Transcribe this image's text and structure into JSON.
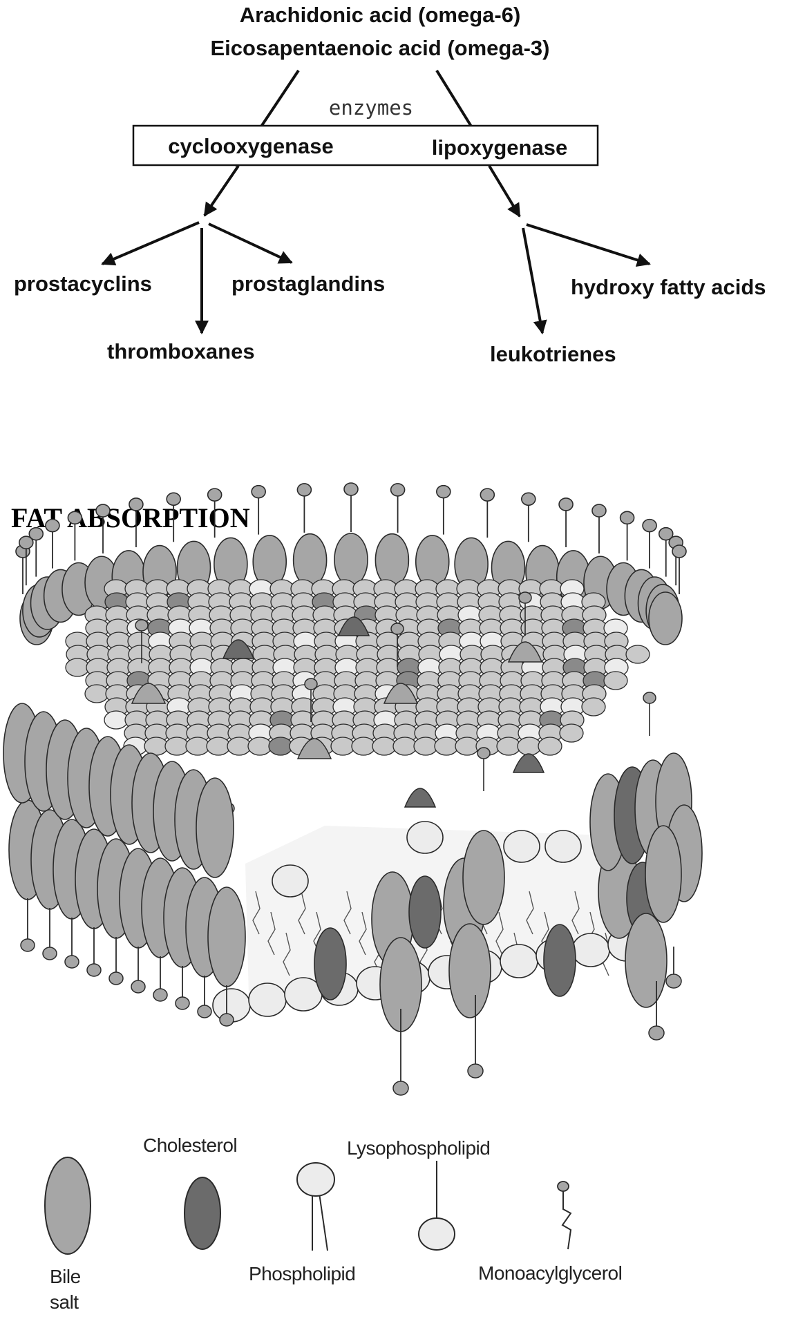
{
  "pathway": {
    "source_line_1": "Arachidonic acid (omega-6)",
    "source_line_2": "Eicosapentaenoic acid (omega-3)",
    "enzymes_label": "enzymes",
    "enzyme_left": "cyclooxygenase",
    "enzyme_right": "lipoxygenase",
    "products": {
      "prostacyclins": "prostacyclins",
      "prostaglandins": "prostaglandins",
      "thromboxanes": "thromboxanes",
      "hydroxy_fatty_acids": "hydroxy fatty acids",
      "leukotrienes": "leukotrienes"
    }
  },
  "fat_absorption": {
    "title": "FAT ABSORPTION",
    "legend": {
      "bile_salt_line_1": "Bile",
      "bile_salt_line_2": "salt",
      "cholesterol": "Cholesterol",
      "phospholipid": "Phospholipid",
      "lysophospholipid": "Lysophospholipid",
      "monoacylglycerol": "Monoacylglycerol"
    }
  },
  "colors": {
    "bile_salt": "#a6a6a6",
    "cholesterol": "#6b6b6b",
    "head_light": "#ececec",
    "outline": "#2a2a2a",
    "interior": "#f4f4f4"
  }
}
